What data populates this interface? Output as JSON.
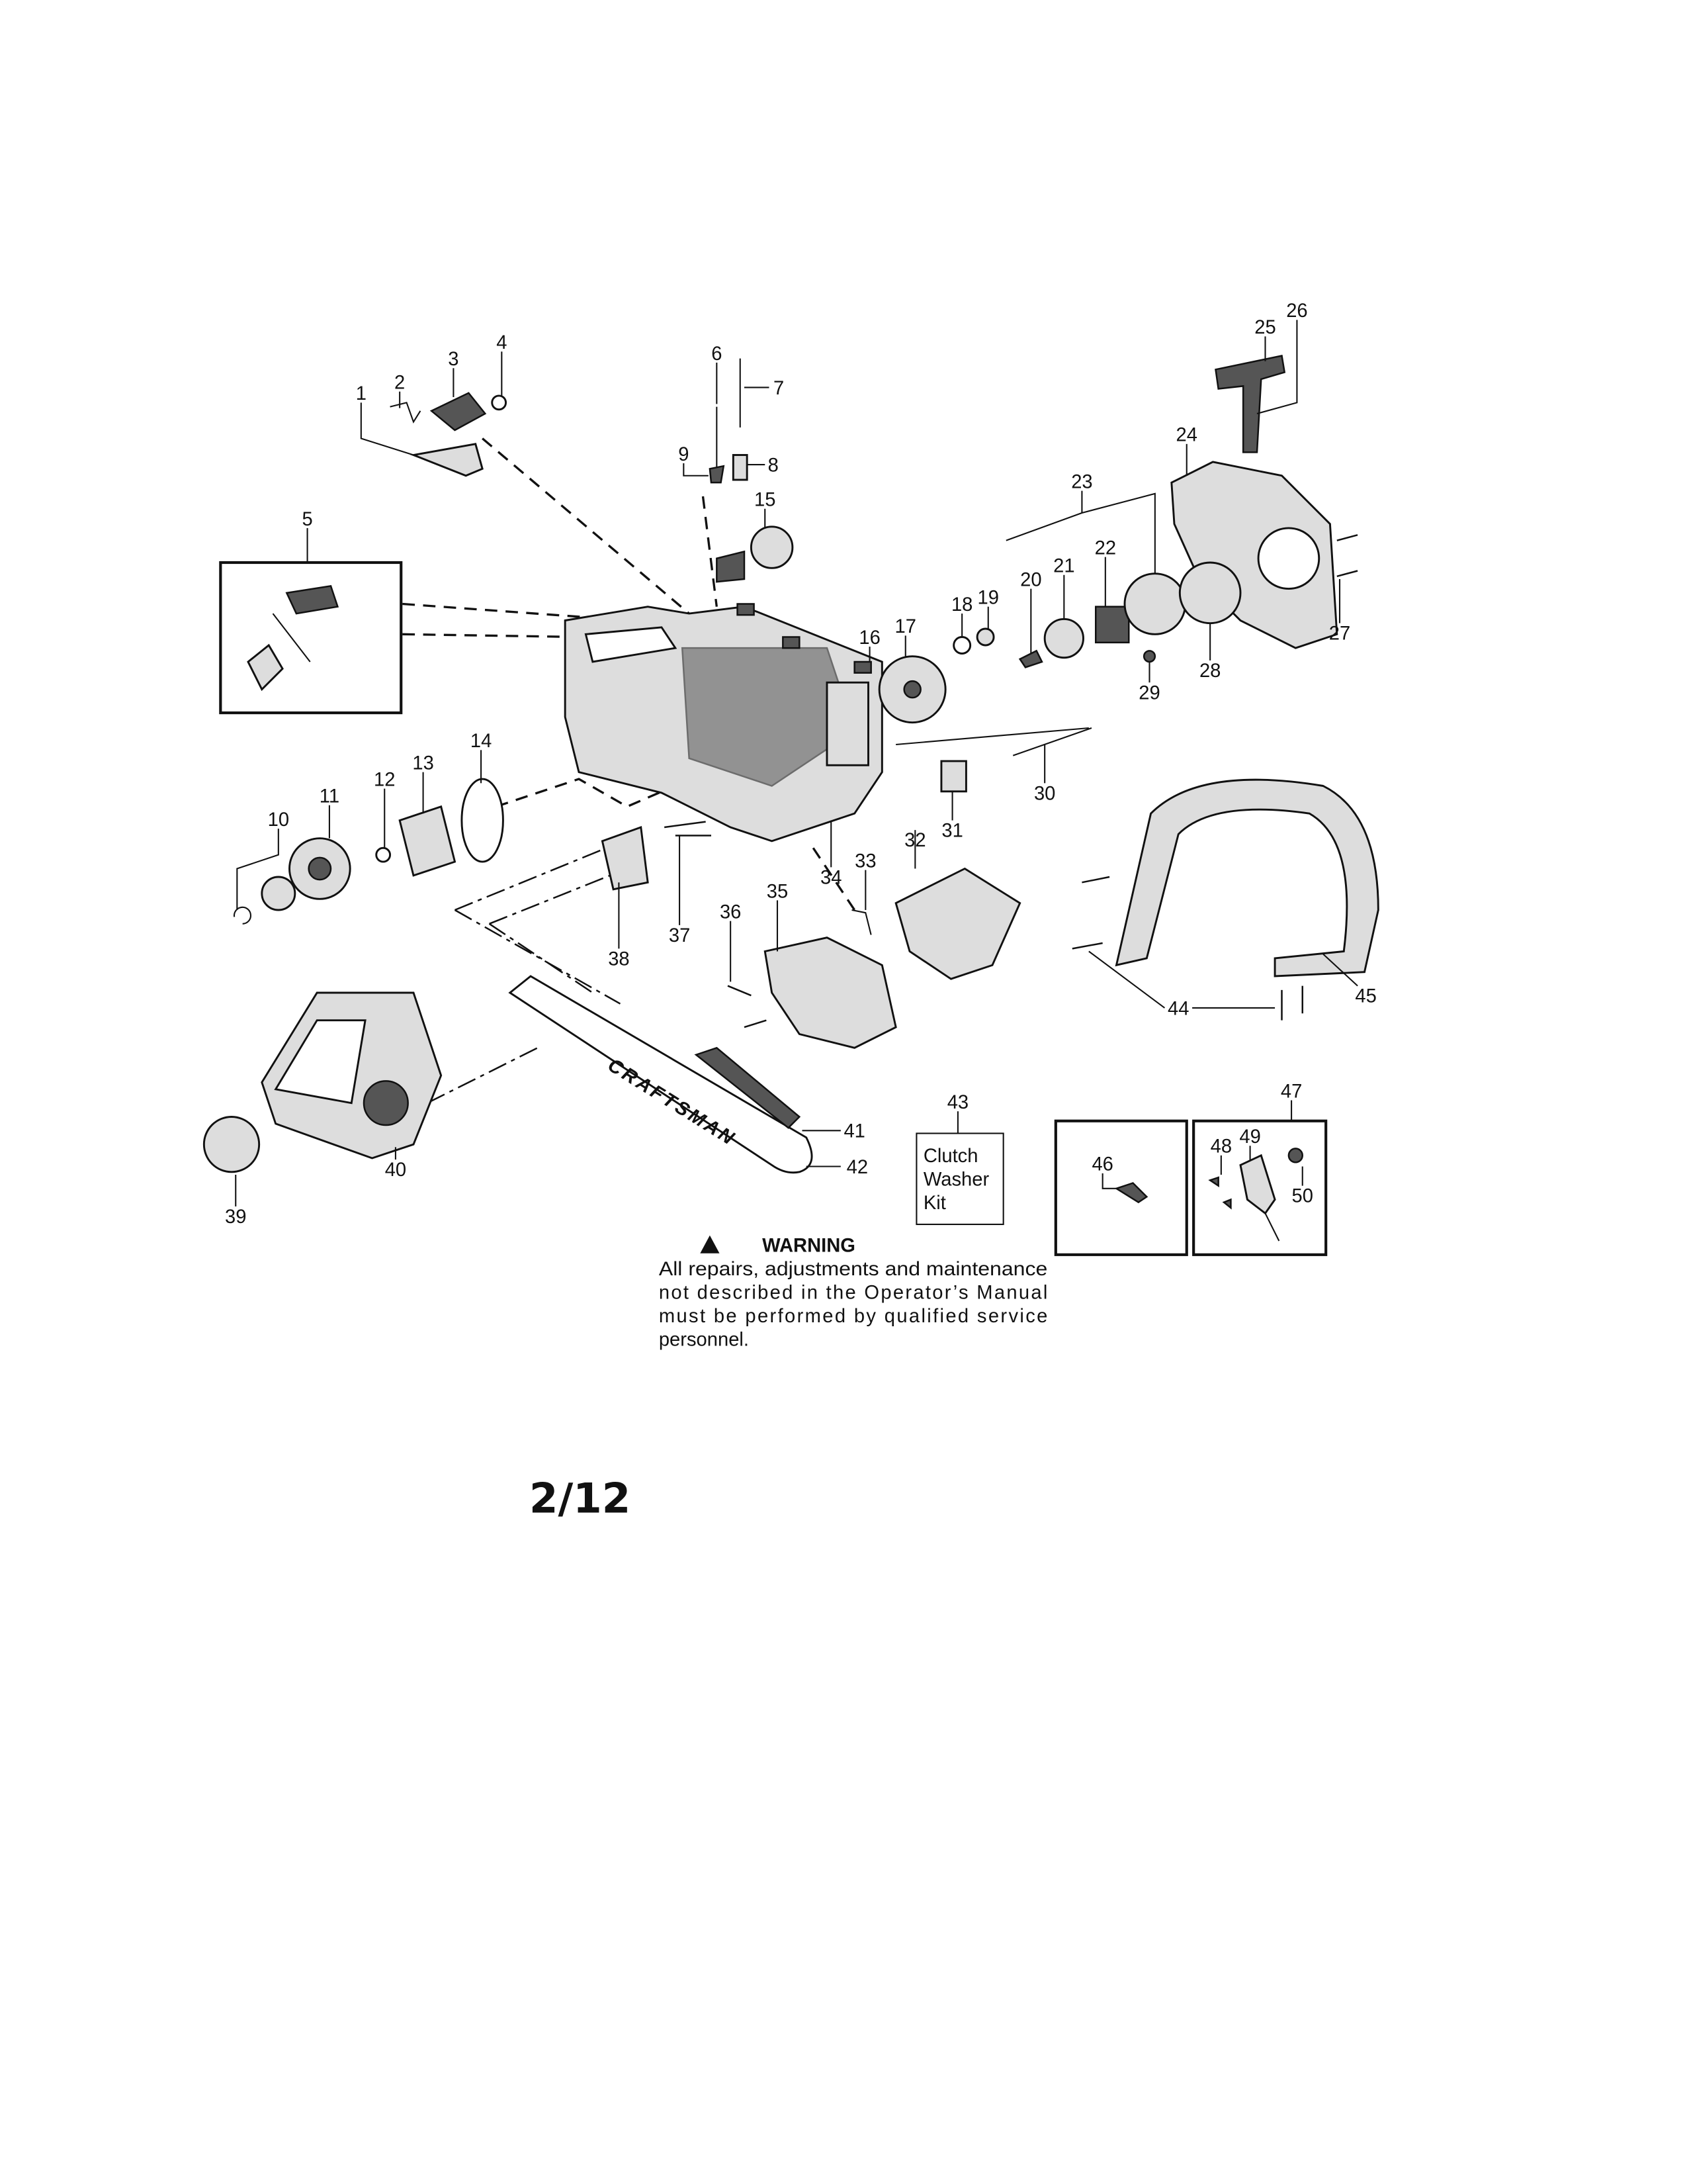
{
  "diagram": {
    "part_labels": [
      "1",
      "2",
      "3",
      "4",
      "5",
      "6",
      "7",
      "8",
      "9",
      "10",
      "11",
      "12",
      "13",
      "14",
      "15",
      "16",
      "17",
      "18",
      "19",
      "20",
      "21",
      "22",
      "23",
      "24",
      "25",
      "26",
      "27",
      "28",
      "29",
      "30",
      "31",
      "32",
      "33",
      "34",
      "35",
      "36",
      "37",
      "38",
      "39",
      "40",
      "41",
      "42",
      "43",
      "44",
      "45",
      "46",
      "47",
      "48",
      "49",
      "50"
    ],
    "brand_on_bar": "CRAFTSMAN",
    "kit_box": {
      "line1": "Clutch",
      "line2": "Washer",
      "line3": "Kit"
    },
    "warning": {
      "heading": "WARNING",
      "lines": [
        "All repairs, adjustments and maintenance",
        "not described in the Operator’s Manual",
        "must be performed by qualified  service",
        "personnel."
      ]
    },
    "page_number": "2/12"
  }
}
